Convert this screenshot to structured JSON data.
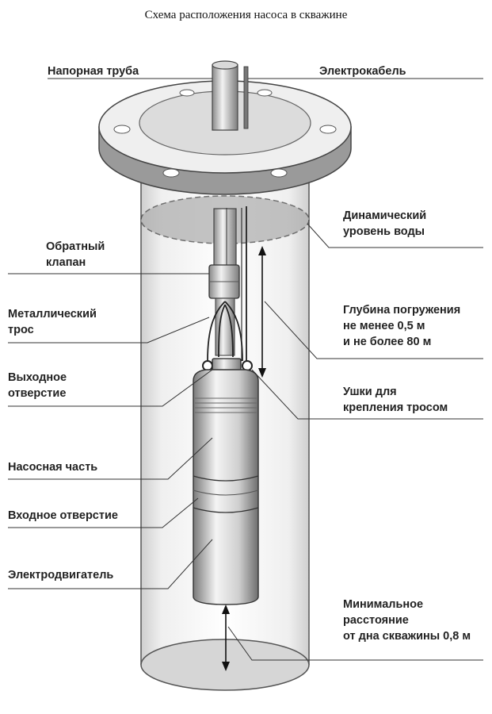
{
  "title": "Схема расположения насоса в скважине",
  "labels": {
    "pressure_pipe": "Напорная труба",
    "power_cable": "Электрокабель",
    "dynamic_water_level": "Динамический\nуровень воды",
    "check_valve": "Обратный\nклапан",
    "metal_cable": "Металлический\nтрос",
    "immersion_depth": "Глубина погружения\nне менее 0,5 м\nи не более 80 м",
    "outlet": "Выходное\nотверстие",
    "cable_lugs": "Ушки для\nкрепления тросом",
    "pump_section": "Насосная часть",
    "inlet": "Входное отверстие",
    "electric_motor": "Электродвигатель",
    "min_bottom_distance": "Минимальное\nрасстояние\nот дна скважины 0,8 м"
  },
  "colors": {
    "line": "#333333",
    "shade": "#bdbdbd",
    "fill": "#ececec"
  }
}
